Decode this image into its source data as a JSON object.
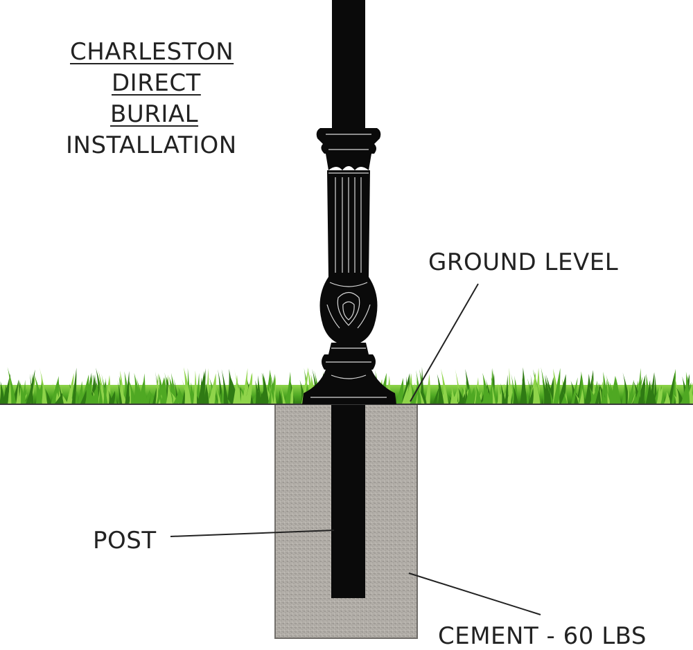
{
  "title": {
    "lines": [
      "CHARLESTON",
      "DIRECT",
      "BURIAL",
      "INSTALLATION"
    ]
  },
  "labels": {
    "ground_level": "GROUND LEVEL",
    "post": "POST",
    "cement": "CEMENT - 60 LBS"
  },
  "colors": {
    "post": "#0a0a0a",
    "grass_dark": "#2f7a14",
    "grass_mid": "#4fa823",
    "grass_light": "#8fd44a",
    "cement": "#b0aca6",
    "cement_dark": "#7d7a75",
    "line": "#222222"
  }
}
